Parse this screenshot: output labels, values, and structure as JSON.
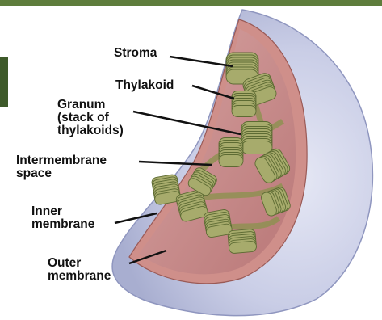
{
  "labels": {
    "stroma": "Stroma",
    "thylakoid": "Thylakoid",
    "granum": "Granum\n(stack of\nthylakoids)",
    "intermembrane": "Intermembrane\nspace",
    "inner": "Inner\nmembrane",
    "outer": "Outer\nmembrane"
  },
  "colors": {
    "band": "#5e7d3c",
    "sidebar": "#3e5a2a",
    "outer_membrane": "#c9cde6",
    "outer_shadow": "#a8aed0",
    "inner_rim": "#c98a84",
    "stroma": "#c98f90",
    "thylakoid": "#a7ab6c",
    "thylakoid_dark": "#5d6b33",
    "line": "#111111"
  }
}
